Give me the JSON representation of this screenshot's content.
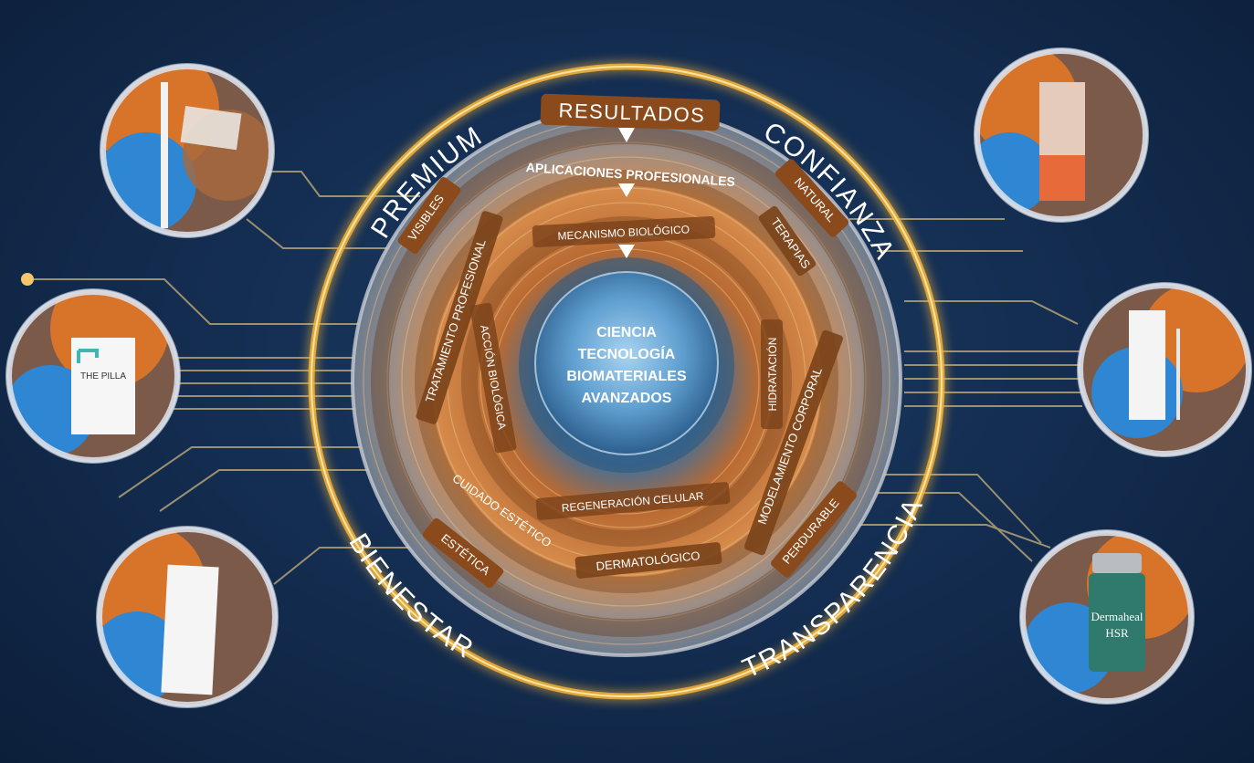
{
  "outer_words": [
    "PREMIUM",
    "CONFIANZA",
    "BIENESTAR",
    "TRANSPARENCIA"
  ],
  "center_lines": [
    "CIENCIA",
    "TECNOLOGÍA",
    "BIOMATERIALES",
    "AVANZADOS"
  ],
  "ring1": {
    "top": "RESULTADOS",
    "labels": [
      "VISIBLES",
      "NATURAL",
      "PERDURABLE",
      "ESTÉTICA"
    ]
  },
  "ring2": {
    "top": "APLICACIONES PROFESIONALES",
    "labels": [
      "TRATAMIENTO PROFESIONAL",
      "TERAPIAS",
      "MODELAMIENTO CORPORAL",
      "DERMATOLÓGICO",
      "CUIDADO ESTÉTICO"
    ]
  },
  "ring3": {
    "top": "MECANISMO BIOLÓGICO",
    "labels": [
      "ACCIÓN  BIOLÓGICA",
      "HIDRATACIÓN",
      "REGENERACIÓN CELULAR"
    ]
  },
  "products": {
    "pilla_brand": "THE PILLA",
    "vial_brand": "Dermaheal",
    "vial_sub": "HSR"
  },
  "colors": {
    "background": "#142e52",
    "glow": "#f5b53a",
    "label_bg": "#8a4a1c",
    "accent_orange": "#d9752a",
    "text_white": "#ffffff",
    "lines": "#c9b27a"
  }
}
